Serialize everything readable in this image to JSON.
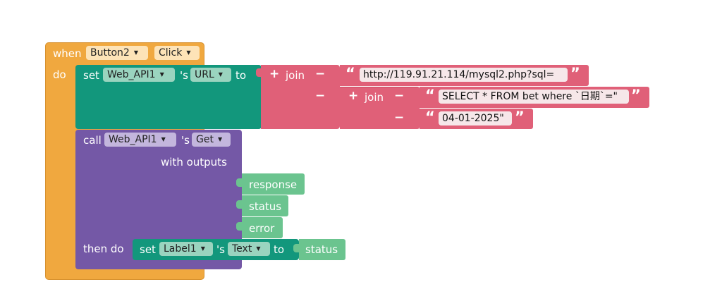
{
  "event_block": {
    "when_label": "when",
    "component": "Button2",
    "event": "Click",
    "do_label": "do"
  },
  "set_url_block": {
    "set_label": "set",
    "component": "Web_API1",
    "possessive": "'s",
    "property": "URL",
    "to_label": "to"
  },
  "join_outer": {
    "join_label": "join",
    "string": "http://119.91.21.114/mysql2.php?sql="
  },
  "join_inner": {
    "join_label": "join",
    "string1": "SELECT * FROM bet where `日期`=\"",
    "string2": "04-01-2025\""
  },
  "call_block": {
    "call_label": "call",
    "component": "Web_API1",
    "possessive": "'s",
    "method": "Get",
    "with_outputs_label": "with outputs",
    "outputs": [
      "response",
      "status",
      "error"
    ],
    "then_do_label": "then do"
  },
  "set_label_block": {
    "set_label": "set",
    "component": "Label1",
    "possessive": "'s",
    "property": "Text",
    "to_label": "to",
    "value": "status"
  },
  "colors": {
    "event_orange": "#f0a83f",
    "component_teal": "#12977c",
    "text_pink": "#e06078",
    "call_purple": "#7458a6",
    "output_green": "#6bc48f"
  }
}
